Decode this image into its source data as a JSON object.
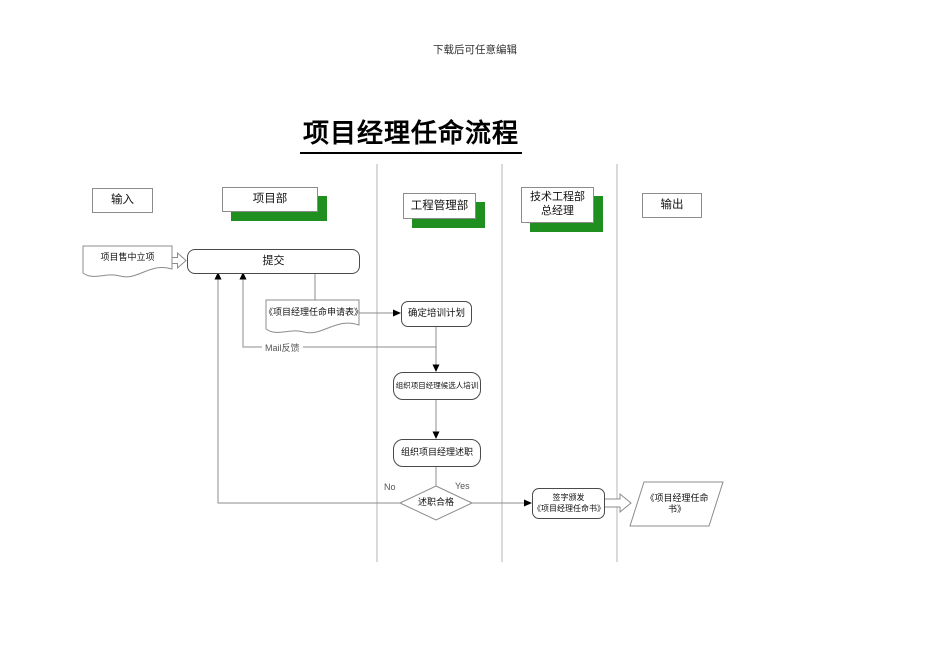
{
  "page": {
    "watermark": "下载后可任意编辑",
    "title": "项目经理任命流程"
  },
  "colors": {
    "header_shadow_green": "#1f8f1f"
  },
  "lane_headers": [
    {
      "label": "输入"
    },
    {
      "label": "项目部"
    },
    {
      "label": "工程管理部"
    },
    {
      "label": "技术工程部\n总经理"
    },
    {
      "label": "输出"
    }
  ],
  "nodes": {
    "input_doc": "项目售中立项",
    "submit": "提交",
    "application_form_doc": "《项目经理任命申请表》",
    "confirm_training_plan": "确定培训计划",
    "organize_candidate_training": "组织项目经理候选人培训",
    "organize_debrief": "组织项目经理述职",
    "decision": "述职合格",
    "sign_and_issue": "签字颁发\n《项目经理任命书》",
    "output_doc": "《项目经理任命书》"
  },
  "edge_labels": {
    "mail_feedback": "Mail反馈",
    "no": "No",
    "yes": "Yes"
  }
}
